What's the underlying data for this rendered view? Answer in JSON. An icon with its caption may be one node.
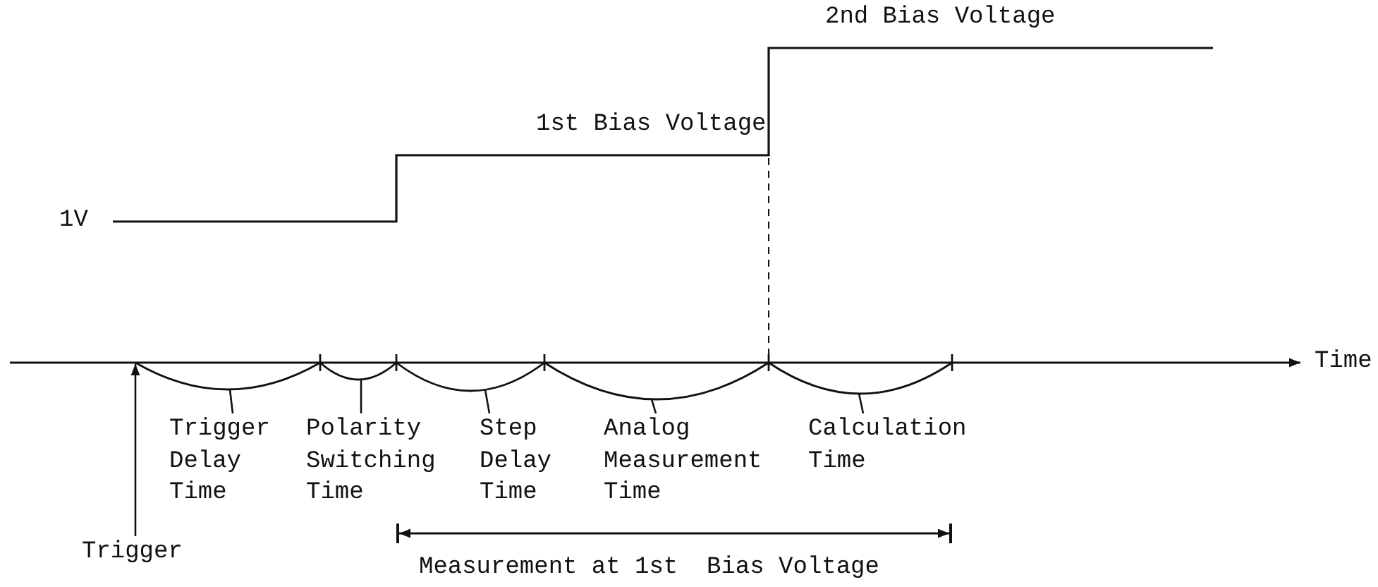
{
  "diagram": {
    "nodes": [
      {
        "text": [],
        "shape": "arc"
      },
      {
        "text": [],
        "shape": "arc"
      },
      {
        "text": [],
        "shape": "arc"
      },
      {
        "text": [],
        "shape": "arc"
      },
      {
        "text": [],
        "shape": "arc"
      },
      {
        "text": [
          "Trigger Delay Time"
        ]
      },
      {
        "text": [
          "Polarity Switching Time"
        ]
      },
      {
        "text": [
          "Step Delay Time"
        ]
      },
      {
        "text": [
          "Analog Measurement Time"
        ]
      },
      {
        "text": [
          "Calculation Time"
        ]
      },
      {
        "text": [
          "Trigger"
        ]
      }
    ],
    "edges": [
      {
        "from": 5,
        "to": 0,
        "arrow": "none"
      },
      {
        "from": 6,
        "to": 1,
        "arrow": "none"
      },
      {
        "from": 7,
        "to": 2,
        "arrow": "none"
      },
      {
        "from": 8,
        "to": 3,
        "arrow": "none"
      },
      {
        "from": 9,
        "to": 4,
        "arrow": "none"
      },
      {
        "from": 10,
        "to": 0,
        "arrow": "to"
      }
    ],
    "labels": [
      "2nd Bias Voltage",
      "1st Bias Voltage",
      "1V",
      "Time",
      "Measurement at 1st  Bias Voltage"
    ]
  }
}
